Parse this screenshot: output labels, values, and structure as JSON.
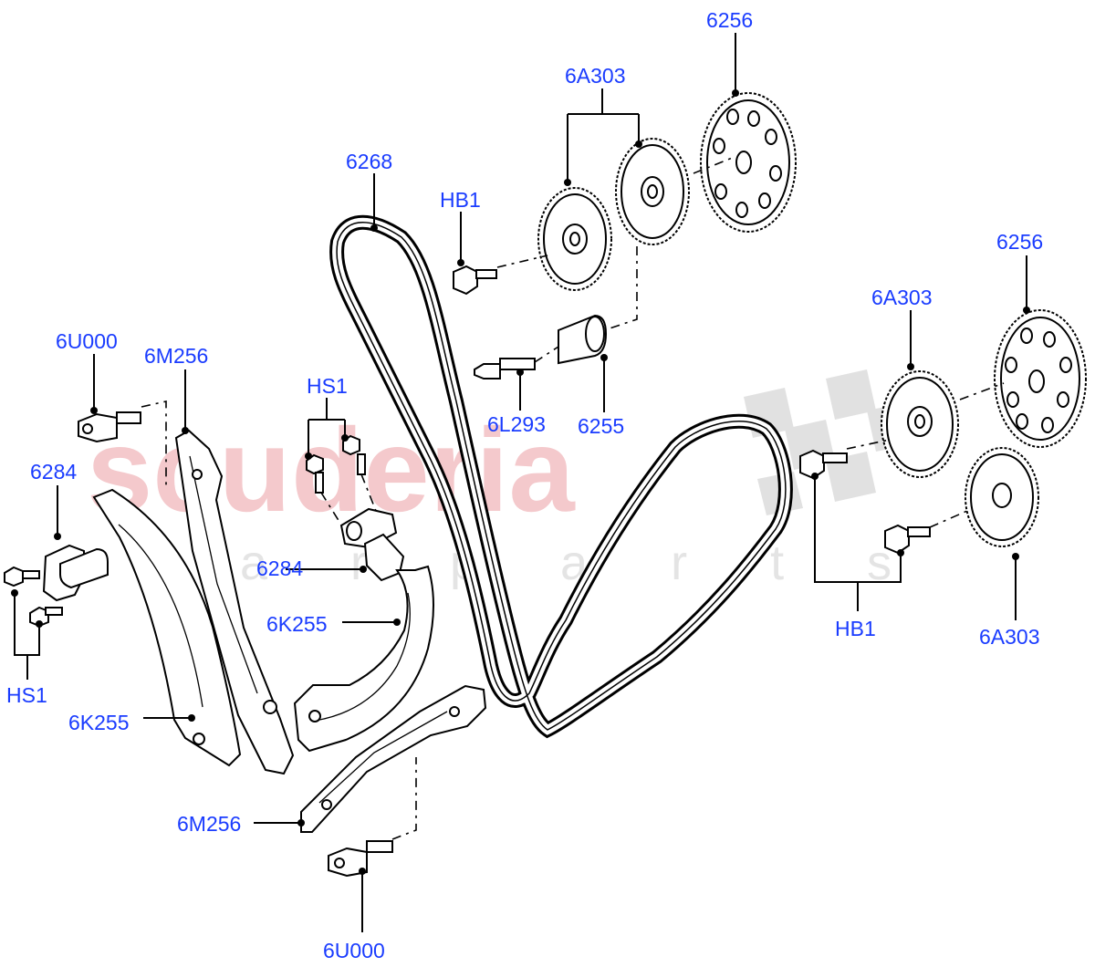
{
  "watermark": {
    "brand": "scuderia",
    "sub": "c a r p a r t s"
  },
  "callouts": {
    "c6256_top": "6256",
    "c6A303_top": "6A303",
    "c6268": "6268",
    "cHB1_top": "HB1",
    "c6256_right": "6256",
    "c6A303_mid": "6A303",
    "c6U000_top": "6U000",
    "c6M256_top": "6M256",
    "cHS1_mid": "HS1",
    "c6L293": "6L293",
    "c6255": "6255",
    "c6284_left": "6284",
    "c6284_mid": "6284",
    "c6K255_mid": "6K255",
    "cHS1_left": "HS1",
    "c6K255_left": "6K255",
    "cHB1_right": "HB1",
    "c6A303_right": "6A303",
    "c6M256_bottom": "6M256",
    "c6U000_bottom": "6U000"
  }
}
